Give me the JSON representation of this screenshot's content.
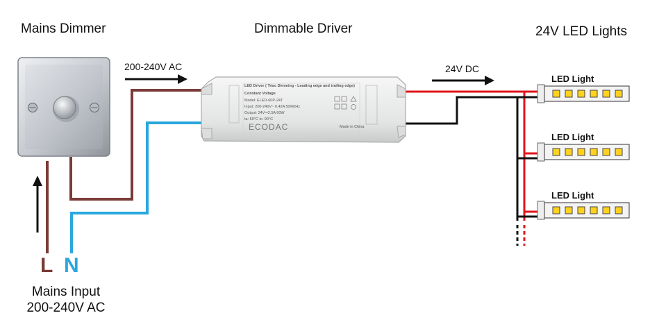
{
  "titles": {
    "dimmer": "Mains Dimmer",
    "driver": "Dimmable Driver",
    "lights": "24V LED Lights"
  },
  "labels": {
    "ac_in": "200-240V AC",
    "dc_out": "24V DC",
    "led_light": "LED Light",
    "live": "L",
    "neutral": "N",
    "input_line1": "Mains Input",
    "input_line2": "200-240V AC"
  },
  "driver_label": {
    "heading": "LED Driver ( Triac Dimming - Leading edge and trailing edge)",
    "mode": "Constant Voltage",
    "model": "Model: ELED-60P-24T",
    "input": "Input: 200-240V~ 0.42A  50/60Hz",
    "output": "Output: 24V⎓2.5A  60W",
    "temps": "ta: 50°C   tc: 90°C",
    "brand": "ECODAC",
    "made_in": "Made in China"
  },
  "colors": {
    "live_wire": "#7a3b38",
    "neutral_wire": "#2aa7dd",
    "dc_positive": "#e0141b",
    "dc_negative": "#111111",
    "live_letter": "#7a3b38",
    "neutral_letter": "#2aa7dd",
    "led_chip": "#ffd21f",
    "dimmer_plate": "#c8ccd2",
    "driver_body": "#e9eaea"
  },
  "icons": [
    "arrow-right-icon",
    "arrow-up-icon",
    "dimmer-knob-icon",
    "led-chip-icon"
  ]
}
